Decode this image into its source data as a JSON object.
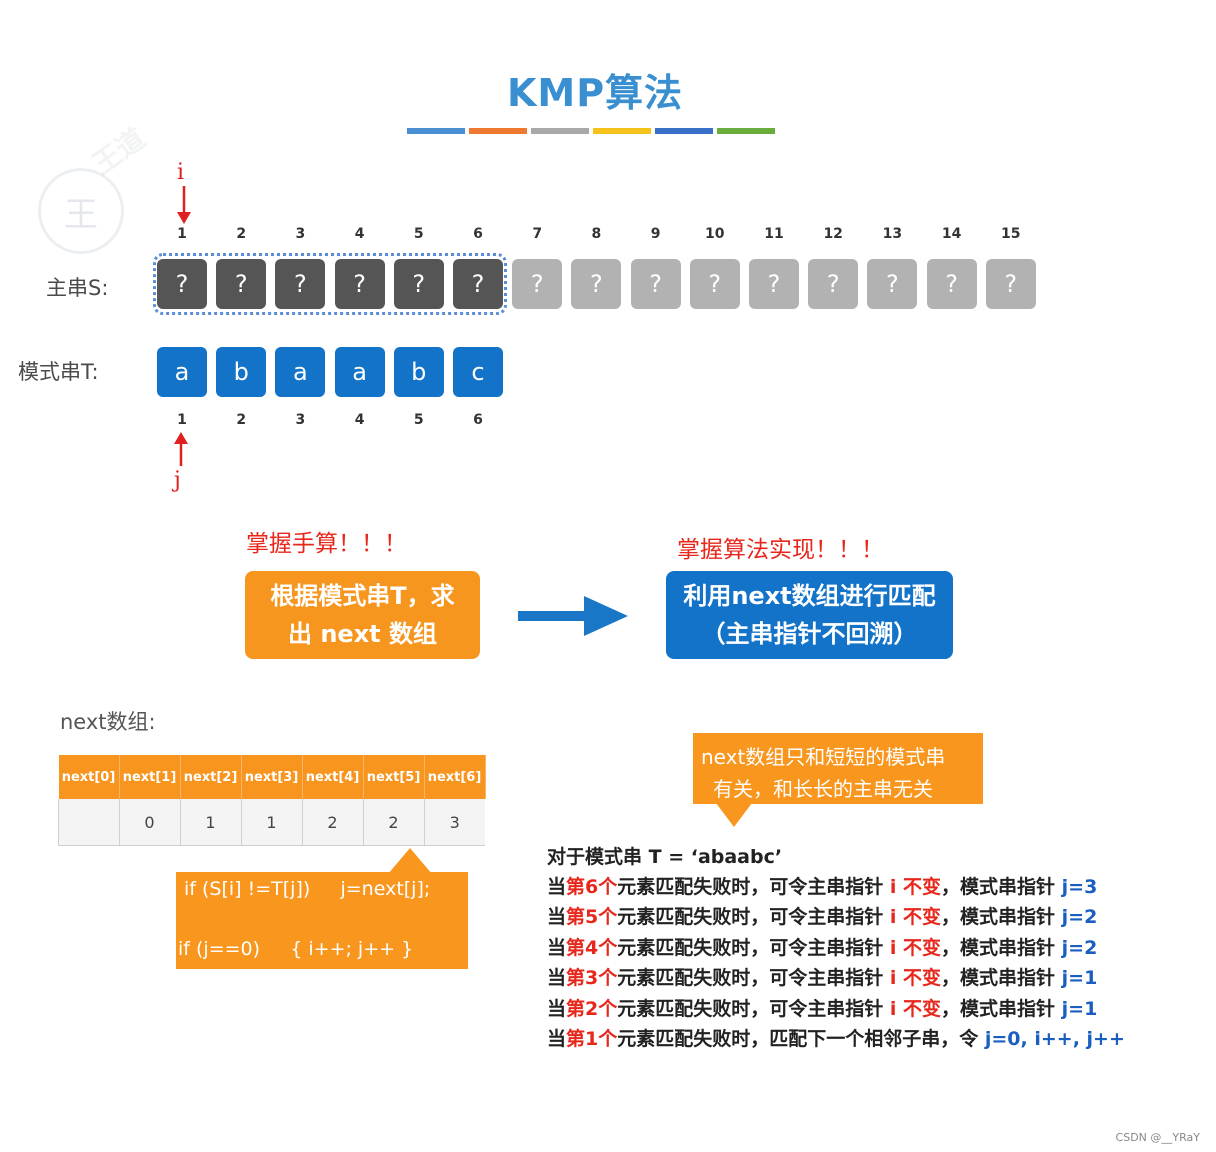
{
  "title": "KMP算法",
  "color_bars": [
    "#4a8fd2",
    "#ee7a31",
    "#a9a9a9",
    "#f5c21b",
    "#3a70c8",
    "#6aad3c"
  ],
  "main_string": {
    "label": "主串S:",
    "indices": [
      "1",
      "2",
      "3",
      "4",
      "5",
      "6",
      "7",
      "8",
      "9",
      "10",
      "11",
      "12",
      "13",
      "14",
      "15"
    ],
    "chars": [
      "?",
      "?",
      "?",
      "?",
      "?",
      "?",
      "?",
      "?",
      "?",
      "?",
      "?",
      "?",
      "?",
      "?",
      "?"
    ],
    "highlighted_count": 6,
    "pointer": "i"
  },
  "pattern": {
    "label": "模式串T:",
    "chars": [
      "a",
      "b",
      "a",
      "a",
      "b",
      "c"
    ],
    "indices": [
      "1",
      "2",
      "3",
      "4",
      "5",
      "6"
    ],
    "pointer": "j"
  },
  "steps": {
    "note_left": "掌握手算！！！",
    "box_left": [
      "根据模式串T，求",
      "出 next 数组"
    ],
    "note_right": "掌握算法实现！！！",
    "box_right": [
      "利用next数组进行匹配",
      "（主串指针不回溯）"
    ],
    "colors": {
      "left": "#f7961f",
      "right": "#1273c9",
      "arrow": "#1a77c7"
    }
  },
  "next_array": {
    "label": "next数组:",
    "headers": [
      "next[0]",
      "next[1]",
      "next[2]",
      "next[3]",
      "next[4]",
      "next[5]",
      "next[6]"
    ],
    "values": [
      "",
      "0",
      "1",
      "1",
      "2",
      "2",
      "3"
    ]
  },
  "code_tip": {
    "line1": "if (S[i] !=T[j])     j=next[j];",
    "line2": "if (j==0)     { i++; j++ }"
  },
  "note_tip": {
    "line1": "next数组只和短短的模式串",
    "line2": "有关，和长长的主串无关"
  },
  "rules": {
    "header": "对于模式串 T = ‘abaabc’",
    "items": [
      {
        "pre": "当",
        "num": "第6个",
        "mid": "元素匹配失败时，可令主串指针 ",
        "ptr": "i 不变",
        "sep": "，模式串指针 ",
        "val": "j=3"
      },
      {
        "pre": "当",
        "num": "第5个",
        "mid": "元素匹配失败时，可令主串指针 ",
        "ptr": "i 不变",
        "sep": "，模式串指针 ",
        "val": "j=2"
      },
      {
        "pre": "当",
        "num": "第4个",
        "mid": "元素匹配失败时，可令主串指针 ",
        "ptr": "i 不变",
        "sep": "，模式串指针 ",
        "val": "j=2"
      },
      {
        "pre": "当",
        "num": "第3个",
        "mid": "元素匹配失败时，可令主串指针 ",
        "ptr": "i 不变",
        "sep": "，模式串指针 ",
        "val": "j=1"
      },
      {
        "pre": "当",
        "num": "第2个",
        "mid": "元素匹配失败时，可令主串指针 ",
        "ptr": "i 不变",
        "sep": "，模式串指针 ",
        "val": "j=1"
      }
    ],
    "last": {
      "pre": "当",
      "num": "第1个",
      "mid": "元素匹配失败时，匹配下一个相邻子串，令 ",
      "val": "j=0, i++, j++"
    }
  },
  "credit": "CSDN @__YRaY"
}
